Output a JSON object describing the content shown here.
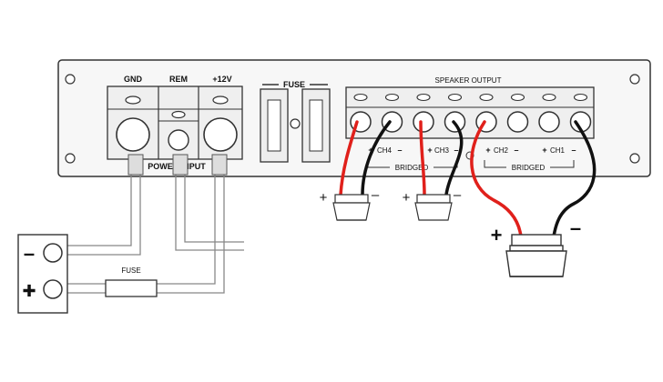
{
  "amplifier": {
    "power_terminals": {
      "gnd": "GND",
      "rem": "REM",
      "plus12v": "+12V",
      "power_input": "POWER INPUT"
    },
    "fuse_block_label": "FUSE",
    "speaker_output": {
      "title": "SPEAKER OUTPUT",
      "ch4": "CH4",
      "ch3": "CH3",
      "ch2": "CH2",
      "ch1": "CH1",
      "bridged": "BRIDGED",
      "plus": "+",
      "minus": "–"
    }
  },
  "battery": {
    "minus": "–",
    "plus": "✚"
  },
  "inline_fuse_label": "FUSE",
  "speakers": {
    "plus": "+",
    "minus": "–"
  },
  "colors": {
    "positive_wire": "#e0201b",
    "negative_wire": "#111111",
    "outline": "#333333",
    "panel_fill": "#f4f4f4"
  }
}
